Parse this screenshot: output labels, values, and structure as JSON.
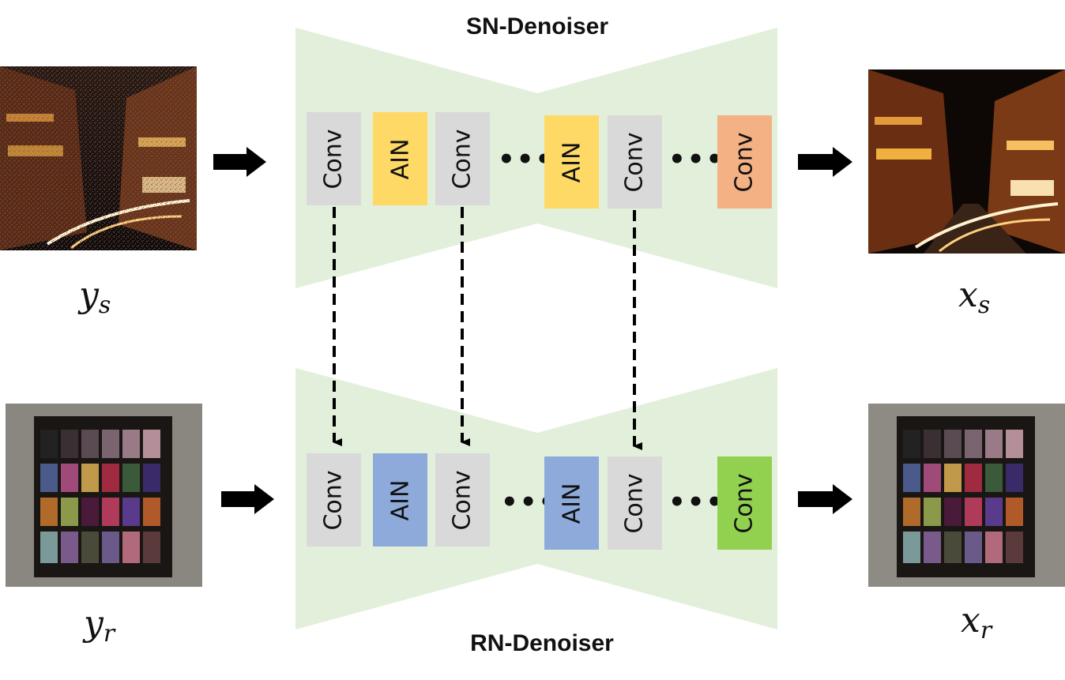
{
  "sn_title": "SN-Denoiser",
  "rn_title": "RN-Denoiser",
  "inputs": {
    "ys": {
      "base": "y",
      "sub": "s"
    },
    "xs": {
      "base": "x",
      "sub": "s"
    },
    "yr": {
      "base": "y",
      "sub": "r"
    },
    "xr": {
      "base": "x",
      "sub": "r"
    }
  },
  "sn_blocks": [
    "Conv",
    "AIN",
    "Conv",
    "AIN",
    "Conv",
    "Conv"
  ],
  "rn_blocks": [
    "Conv",
    "AIN",
    "Conv",
    "AIN",
    "Conv",
    "Conv"
  ],
  "ellipsis": "•••",
  "colors": {
    "net_bg": "#e2efda",
    "conv": "#d9d9d9",
    "sn_ain": "#ffd966",
    "rn_ain": "#8eaadb",
    "sn_out_conv": "#f4b183",
    "rn_out_conv": "#92d050"
  }
}
